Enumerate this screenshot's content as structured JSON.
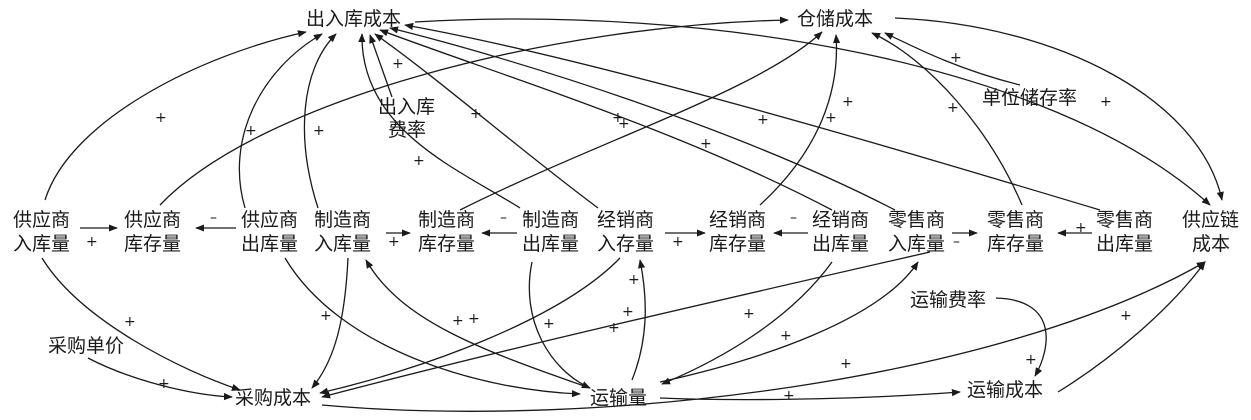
{
  "diagram": {
    "nodes": {
      "churuku_cost": [
        "出入库成本"
      ],
      "cangchu_cost": [
        "仓储成本"
      ],
      "churuku_rate": [
        "出入库",
        "费率"
      ],
      "unit_storage_rate": [
        "单位储存率"
      ],
      "supplier_in": [
        "供应商",
        "入库量"
      ],
      "supplier_stock": [
        "供应商",
        "库存量"
      ],
      "supplier_out": [
        "供应商",
        "出库量"
      ],
      "maker_in": [
        "制造商",
        "入库量"
      ],
      "maker_stock": [
        "制造商",
        "库存量"
      ],
      "maker_out": [
        "制造商",
        "出库量"
      ],
      "dist_in": [
        "经销商",
        "入存量"
      ],
      "dist_stock": [
        "经销商",
        "库存量"
      ],
      "dist_out": [
        "经销商",
        "出库量"
      ],
      "retail_in": [
        "零售商",
        "入库量"
      ],
      "retail_stock": [
        "零售商",
        "库存量"
      ],
      "retail_out": [
        "零售商",
        "出库量"
      ],
      "chain_cost": [
        "供应链",
        "成本"
      ],
      "purchase_price": [
        "采购单价"
      ],
      "purchase_cost": [
        "采购成本"
      ],
      "transport_vol": [
        "运输量"
      ],
      "transport_rate": [
        "运输费率"
      ],
      "transport_cost": [
        "运输成本"
      ]
    },
    "signs": {
      "plus": "+",
      "minus": "–"
    }
  }
}
